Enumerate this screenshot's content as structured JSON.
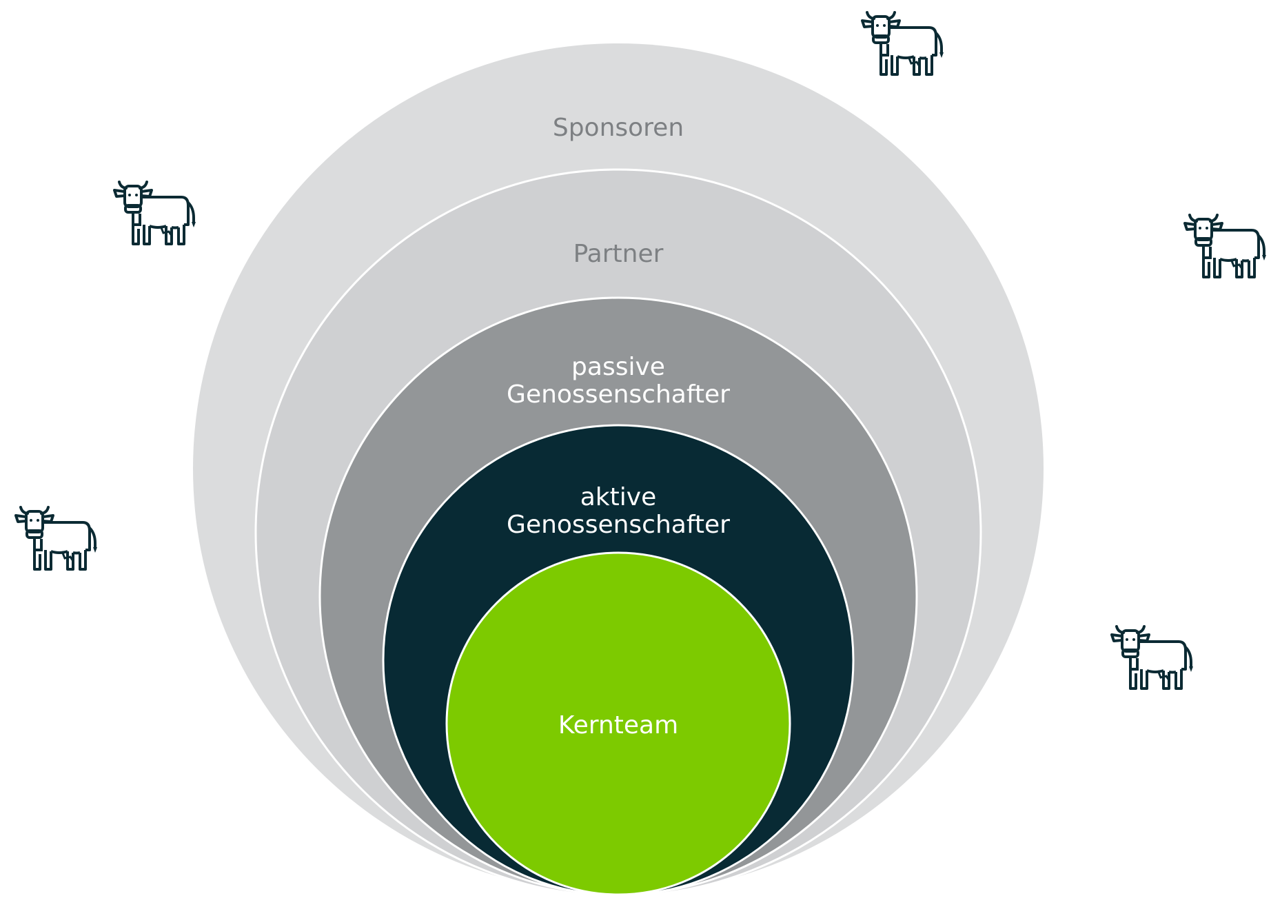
{
  "diagram": {
    "rings": [
      {
        "id": "sponsoren",
        "label_lines": [
          "Sponsoren"
        ],
        "fill": "#dbdcdd"
      },
      {
        "id": "partner",
        "label_lines": [
          "Partner"
        ],
        "fill": "#cfd0d2"
      },
      {
        "id": "passive",
        "label_lines": [
          "passive",
          "Genossenschafter"
        ],
        "fill": "#939698"
      },
      {
        "id": "aktive",
        "label_lines": [
          "aktive",
          "Genossenschafter"
        ],
        "fill": "#082a34"
      },
      {
        "id": "kernteam",
        "label_lines": [
          "Kernteam"
        ],
        "fill": "#7dca00"
      }
    ],
    "icons": [
      {
        "name": "cow-icon",
        "count": 5,
        "color": "#0b2a33"
      }
    ]
  }
}
